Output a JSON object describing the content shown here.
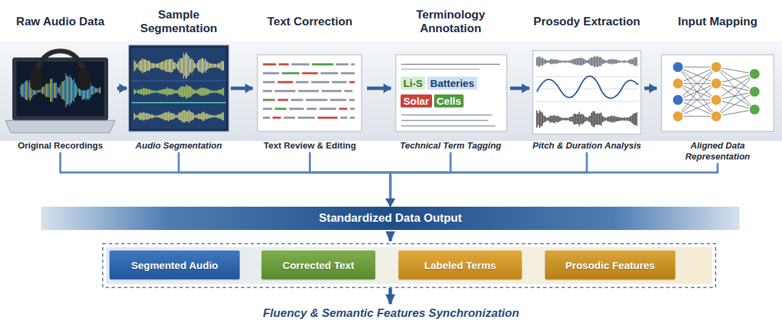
{
  "diagram": {
    "nodes": [
      {
        "text": [
          "Raw Audio Data",
          "Original Recordings"
        ]
      },
      {
        "text": [
          "Sample Segmentation",
          "Audio Segmentation"
        ]
      },
      {
        "text": [
          "Text Correction",
          "Text Review & Editing"
        ]
      },
      {
        "text": [
          "Terminology Annotation",
          "Technical Term Tagging"
        ]
      },
      {
        "text": [
          "Prosody Extraction",
          "Pitch & Duration Analysis"
        ]
      },
      {
        "text": [
          "Input Mapping",
          "Aligned Data Representation"
        ]
      },
      {
        "text": [
          "Standardized Data Output"
        ]
      },
      {
        "text": [
          "Segmented Audio"
        ]
      },
      {
        "text": [
          "Corrected Text"
        ]
      },
      {
        "text": [
          "Labeled Terms"
        ]
      },
      {
        "text": [
          "Prosodic Features"
        ]
      }
    ],
    "edges": [
      {
        "from": 0,
        "to": 1,
        "arrow": "to"
      },
      {
        "from": 1,
        "to": 2,
        "arrow": "to"
      },
      {
        "from": 2,
        "to": 3,
        "arrow": "to"
      },
      {
        "from": 3,
        "to": 4,
        "arrow": "to"
      },
      {
        "from": 4,
        "to": 5,
        "arrow": "to"
      },
      {
        "from": 0,
        "to": 6,
        "arrow": "to"
      },
      {
        "from": 1,
        "to": 6,
        "arrow": "to"
      },
      {
        "from": 2,
        "to": 6,
        "arrow": "to"
      },
      {
        "from": 3,
        "to": 6,
        "arrow": "to"
      },
      {
        "from": 4,
        "to": 6,
        "arrow": "to"
      },
      {
        "from": 5,
        "to": 6,
        "arrow": "to"
      }
    ],
    "labels": [
      "Li-S",
      "Batteries",
      "Solar",
      "Cells",
      "Fluency & Semantic Features Synchronization"
    ]
  }
}
